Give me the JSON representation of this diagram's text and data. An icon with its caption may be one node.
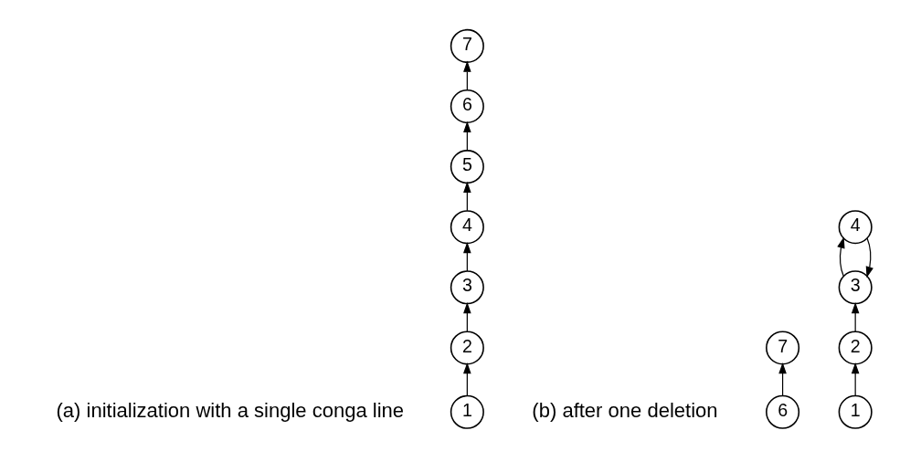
{
  "diagram": {
    "nodes": [
      {
        "text": [
          "1"
        ]
      },
      {
        "text": [
          "2"
        ]
      },
      {
        "text": [
          "3"
        ]
      },
      {
        "text": [
          "4"
        ]
      },
      {
        "text": [
          "5"
        ]
      },
      {
        "text": [
          "6"
        ]
      },
      {
        "text": [
          "7"
        ]
      },
      {
        "text": [
          "1"
        ]
      },
      {
        "text": [
          "2"
        ]
      },
      {
        "text": [
          "3"
        ]
      },
      {
        "text": [
          "4"
        ]
      },
      {
        "text": [
          "6"
        ]
      },
      {
        "text": [
          "7"
        ]
      }
    ],
    "edges": [
      {
        "from": 0,
        "to": 1,
        "arrow": "to"
      },
      {
        "from": 1,
        "to": 2,
        "arrow": "to"
      },
      {
        "from": 2,
        "to": 3,
        "arrow": "to"
      },
      {
        "from": 3,
        "to": 4,
        "arrow": "to"
      },
      {
        "from": 4,
        "to": 5,
        "arrow": "to"
      },
      {
        "from": 5,
        "to": 6,
        "arrow": "to"
      },
      {
        "from": 7,
        "to": 8,
        "arrow": "to"
      },
      {
        "from": 8,
        "to": 9,
        "arrow": "to"
      },
      {
        "from": 9,
        "to": 10,
        "arrow": "to"
      },
      {
        "from": 10,
        "to": 9,
        "arrow": "to"
      },
      {
        "from": 11,
        "to": 12,
        "arrow": "to"
      }
    ],
    "labels": [
      "(a) initialization with a single conga line",
      "(b) after one deletion"
    ]
  }
}
